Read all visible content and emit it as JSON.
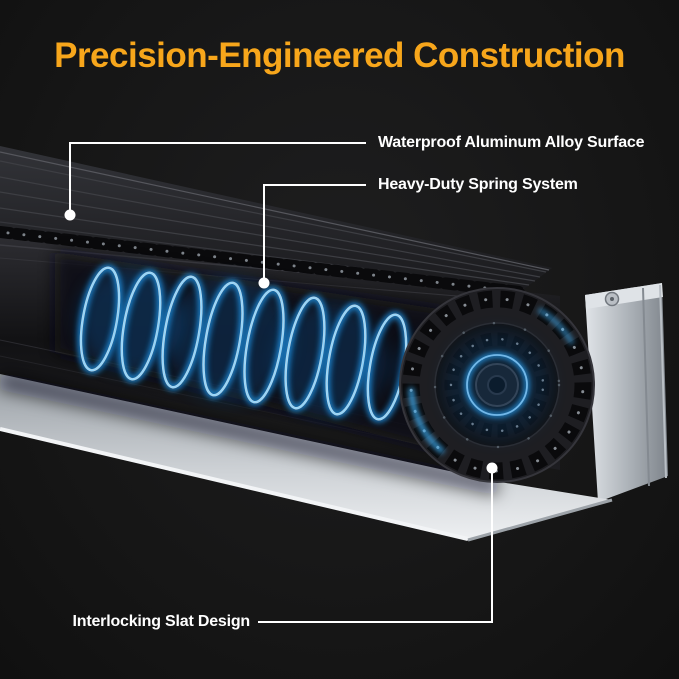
{
  "page": {
    "background": "#161616"
  },
  "title": {
    "text": "Precision-Engineered Construction",
    "color": "#F7A61B"
  },
  "callouts": [
    {
      "id": "surface",
      "label": "Waterproof Aluminum Alloy Surface"
    },
    {
      "id": "spring",
      "label": "Heavy-Duty Spring System"
    },
    {
      "id": "slats",
      "label": "Interlocking Slat Design"
    }
  ],
  "illustration": {
    "subject": "cutaway-roller-cover-with-spring",
    "colors": {
      "accent_yellow": "#F7A61B",
      "spring_glow": "#3FB6FF",
      "metal_silver": "#D6DADE",
      "roller_dark": "#141416",
      "callout_line": "#FFFFFF"
    }
  }
}
